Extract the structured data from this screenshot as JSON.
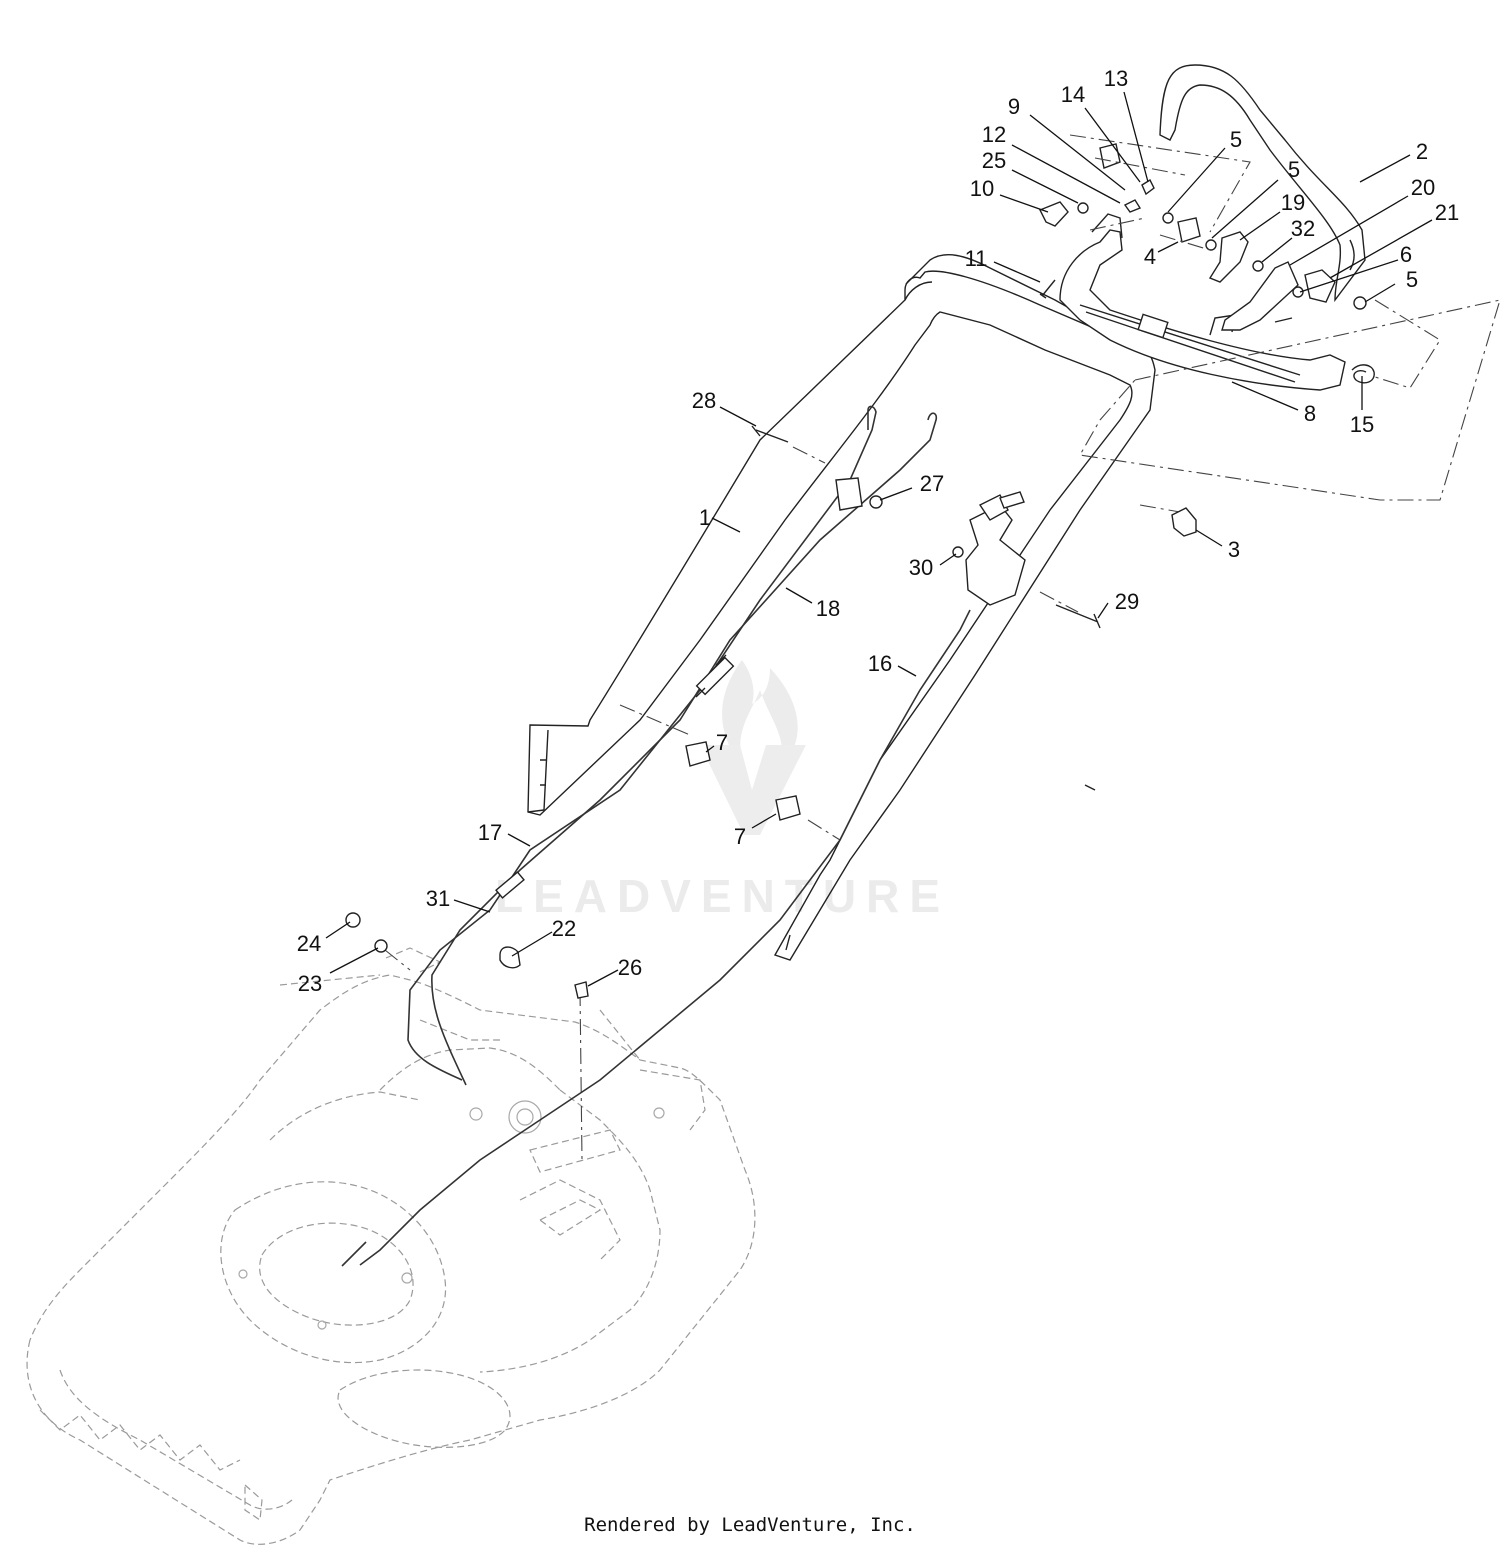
{
  "watermark": "LEADVENTURE",
  "footer": "Rendered by LeadVenture, Inc.",
  "callouts": [
    {
      "id": "c13",
      "label": "13"
    },
    {
      "id": "c14",
      "label": "14"
    },
    {
      "id": "c9",
      "label": "9"
    },
    {
      "id": "c12",
      "label": "12"
    },
    {
      "id": "c25",
      "label": "25"
    },
    {
      "id": "c10",
      "label": "10"
    },
    {
      "id": "c5a",
      "label": "5"
    },
    {
      "id": "c5b",
      "label": "5"
    },
    {
      "id": "c2",
      "label": "2"
    },
    {
      "id": "c20",
      "label": "20"
    },
    {
      "id": "c21",
      "label": "21"
    },
    {
      "id": "c19",
      "label": "19"
    },
    {
      "id": "c32",
      "label": "32"
    },
    {
      "id": "c4",
      "label": "4"
    },
    {
      "id": "c6",
      "label": "6"
    },
    {
      "id": "c5c",
      "label": "5"
    },
    {
      "id": "c11",
      "label": "11"
    },
    {
      "id": "c8",
      "label": "8"
    },
    {
      "id": "c15",
      "label": "15"
    },
    {
      "id": "c28",
      "label": "28"
    },
    {
      "id": "c27",
      "label": "27"
    },
    {
      "id": "c1",
      "label": "1"
    },
    {
      "id": "c3",
      "label": "3"
    },
    {
      "id": "c30",
      "label": "30"
    },
    {
      "id": "c18",
      "label": "18"
    },
    {
      "id": "c29",
      "label": "29"
    },
    {
      "id": "c16",
      "label": "16"
    },
    {
      "id": "c7a",
      "label": "7"
    },
    {
      "id": "c7b",
      "label": "7"
    },
    {
      "id": "c17",
      "label": "17"
    },
    {
      "id": "c31",
      "label": "31"
    },
    {
      "id": "c24",
      "label": "24"
    },
    {
      "id": "c22",
      "label": "22"
    },
    {
      "id": "c23",
      "label": "23"
    },
    {
      "id": "c26",
      "label": "26"
    }
  ]
}
